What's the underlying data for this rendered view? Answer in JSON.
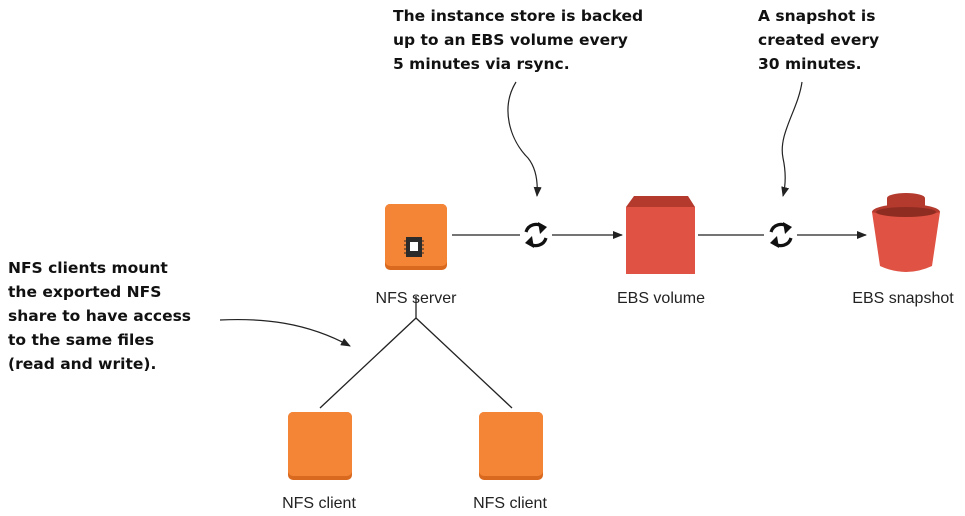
{
  "colors": {
    "ec2_orange": "#f58536",
    "ec2_orange_dark": "#d9691f",
    "ebs_red": "#e05243",
    "ebs_red_dark": "#b43a2e",
    "line": "#222222"
  },
  "nodes": {
    "nfs_server": {
      "label": "NFS server",
      "icon": "ec2-instance-icon"
    },
    "ebs_volume": {
      "label": "EBS volume",
      "icon": "ebs-volume-icon"
    },
    "ebs_snapshot": {
      "label": "EBS snapshot",
      "icon": "ebs-snapshot-bucket-icon"
    },
    "nfs_client_1": {
      "label": "NFS client",
      "icon": "ec2-instance-icon"
    },
    "nfs_client_2": {
      "label": "NFS client",
      "icon": "ec2-instance-icon"
    }
  },
  "sync_icons": [
    "sync-icon",
    "sync-icon"
  ],
  "annotations": {
    "rsync_note": {
      "lines": [
        "The instance store is backed",
        "up to an EBS volume every",
        "5 minutes via rsync."
      ]
    },
    "snapshot_note": {
      "lines": [
        "A snapshot is",
        "created every",
        "30 minutes."
      ]
    },
    "clients_note": {
      "lines": [
        "NFS clients mount",
        "the exported NFS",
        "share to have access",
        "to the same files",
        "(read and write)."
      ]
    }
  }
}
